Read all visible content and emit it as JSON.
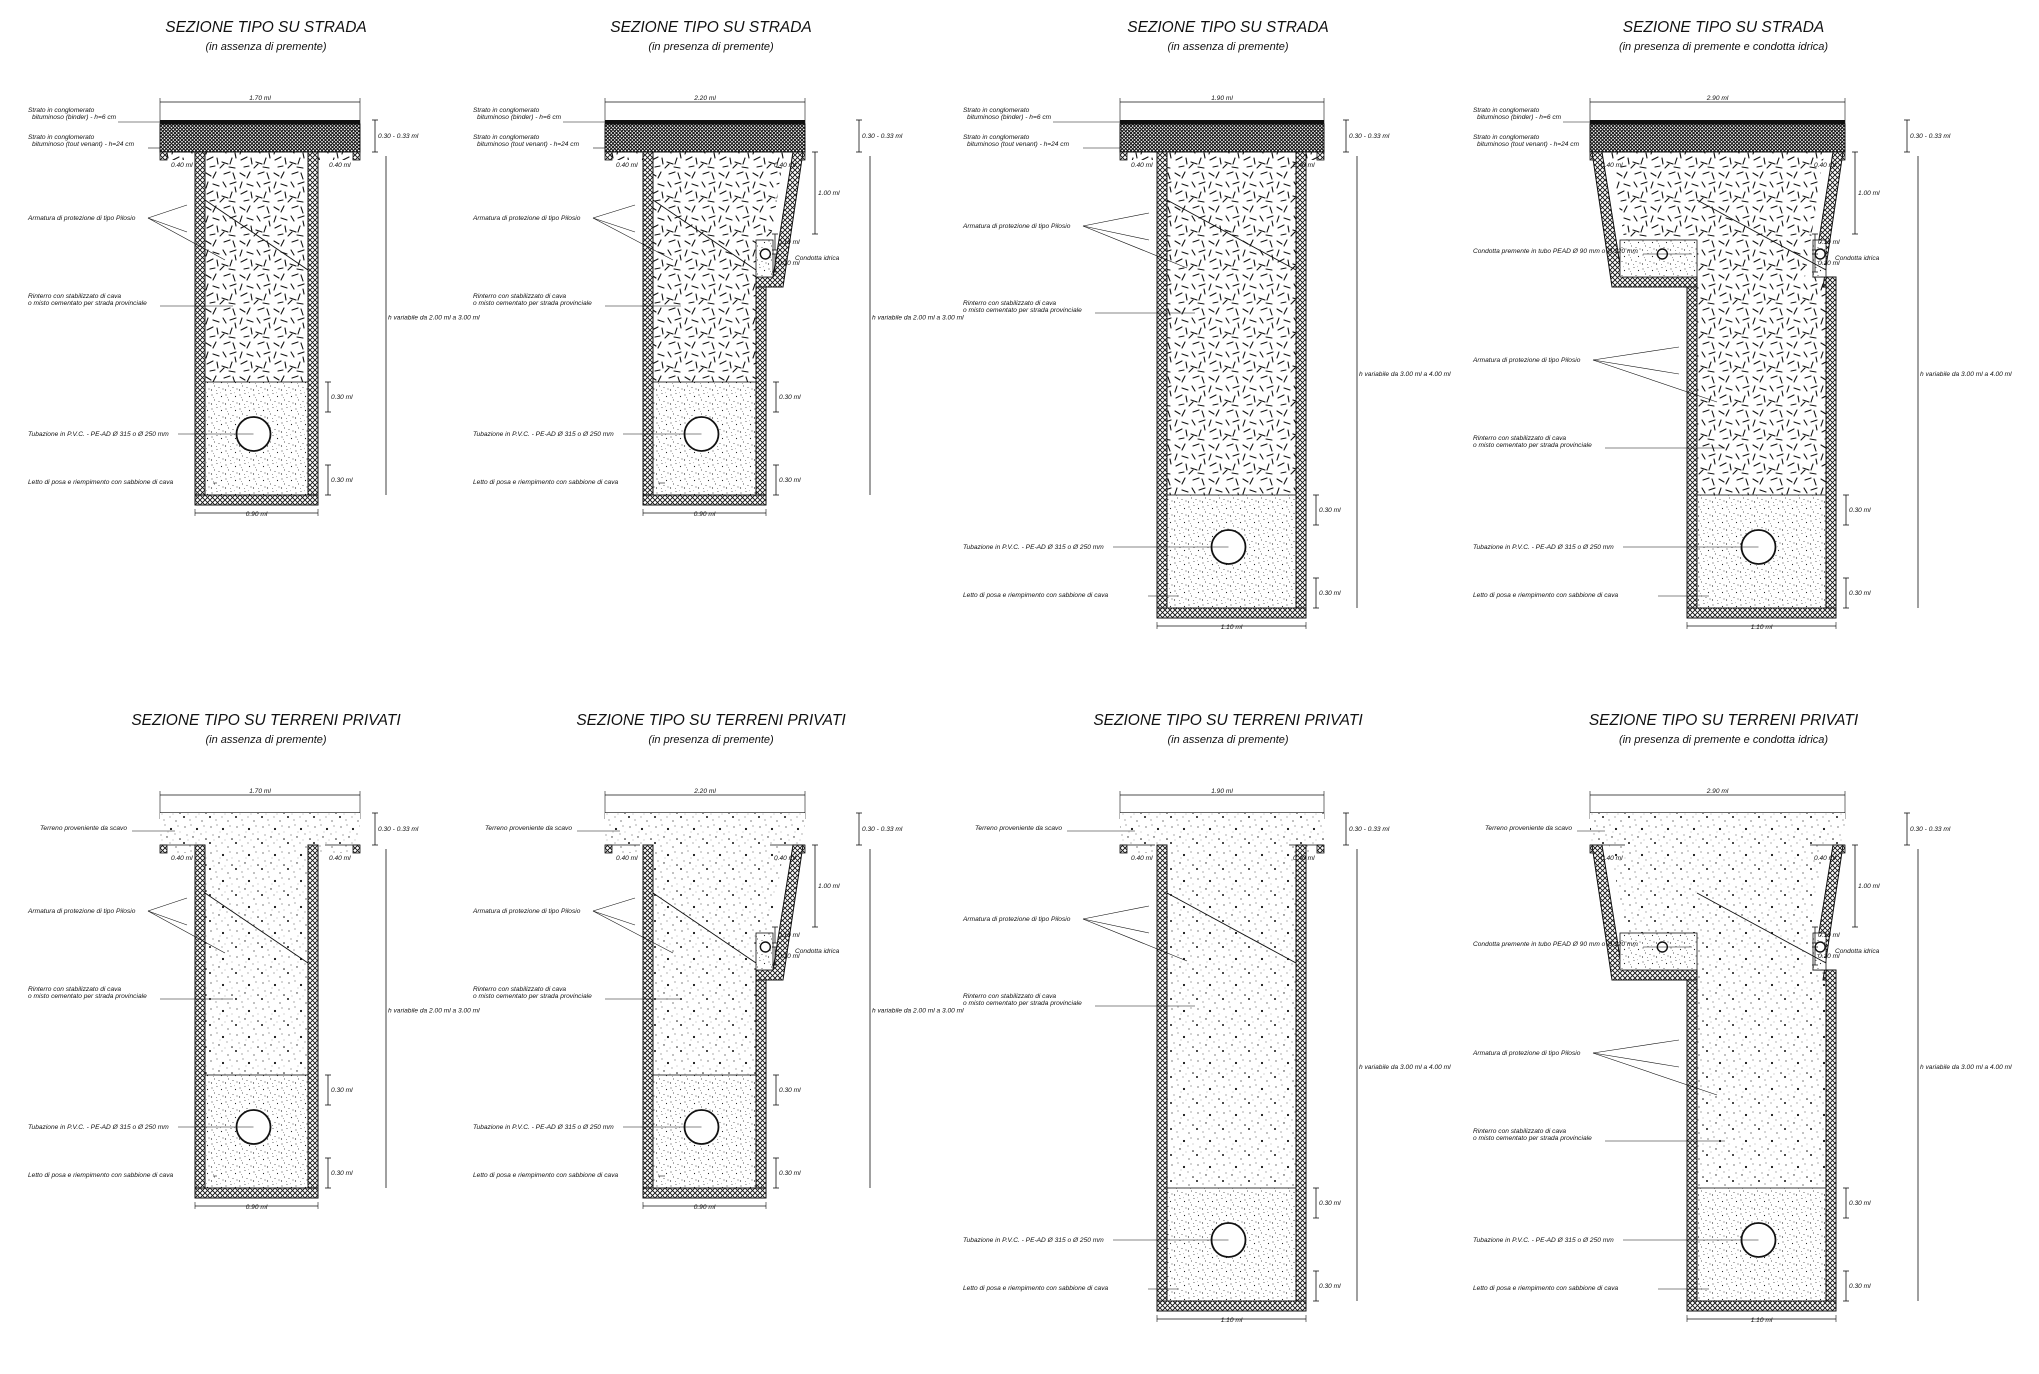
{
  "colors": {
    "ink": "#111111",
    "paper": "#ffffff"
  },
  "panels": [
    {
      "id": "s1",
      "kind": "strada",
      "title": "SEZIONE TIPO SU STRADA",
      "subtitle": "(in assenza di premente)",
      "labels": {
        "layer1_l1": "Strato in conglomerato",
        "layer1_l2": "bituminoso (binder) - h=6 cm",
        "layer2_l1": "Strato in conglomerato",
        "layer2_l2": "bituminoso (tout venant) - h=24 cm",
        "armatura": "Armatura di protezione di tipo Pilosio",
        "rinterro_l1": "Rinterro con stabilizzato di cava",
        "rinterro_l2": "o misto cementato per strada provinciale",
        "tubazione": "Tubazione in P.V.C. - PE-AD   Ø 315 o Ø 250 mm",
        "letto": "Letto di posa e riempimento con sabbione di cava"
      },
      "dims": {
        "top_width": "1.70 ml",
        "bottom_width": "0.90 ml",
        "shoulder": "0.40 ml",
        "paving": "0.30 - 0.33 ml",
        "h_var": "h variabile da 2.00 ml a 3.00 ml",
        "pipe_zone": "0.30 ml",
        "bed": "0.30 ml"
      }
    },
    {
      "id": "s2",
      "kind": "strada",
      "title": "SEZIONE TIPO SU STRADA",
      "subtitle": "(in presenza di premente)",
      "labels": {
        "layer1_l1": "Strato in conglomerato",
        "layer1_l2": "bituminoso (binder) - h=6 cm",
        "layer2_l1": "Strato in conglomerato",
        "layer2_l2": "bituminoso (tout venant) - h=24 cm",
        "armatura": "Armatura di protezione di tipo Pilosio",
        "rinterro_l1": "Rinterro con stabilizzato di cava",
        "rinterro_l2": "o misto cementato per strada provinciale",
        "tubazione": "Tubazione in P.V.C. - PE-AD   Ø 315 o Ø 250 mm",
        "letto": "Letto di posa e riempimento con sabbione di cava",
        "condotta_idrica": "Condotta idrica"
      },
      "dims": {
        "top_width": "2.20 ml",
        "bottom_width": "0.90 ml",
        "shoulder": "0.40 ml",
        "paving": "0.30 - 0.33 ml",
        "h_var": "h variabile da 2.00 ml a 3.00 ml",
        "pipe_zone": "0.30 ml",
        "bed": "0.30 ml",
        "step_depth": "1.00 ml",
        "side_a": "0.10 ml",
        "side_b": "0.10 ml"
      }
    },
    {
      "id": "s3",
      "kind": "strada",
      "title": "SEZIONE TIPO SU STRADA",
      "subtitle": "(in assenza di premente)",
      "labels": {
        "layer1_l1": "Strato in conglomerato",
        "layer1_l2": "bituminoso (binder) - h=6 cm",
        "layer2_l1": "Strato in conglomerato",
        "layer2_l2": "bituminoso (tout venant) - h=24 cm",
        "armatura": "Armatura di protezione di tipo Pilosio",
        "rinterro_l1": "Rinterro con stabilizzato di cava",
        "rinterro_l2": "o misto cementato per strada provinciale",
        "tubazione": "Tubazione in P.V.C. - PE-AD   Ø 315 o Ø 250 mm",
        "letto": "Letto di posa e riempimento con sabbione di cava"
      },
      "dims": {
        "top_width": "1.90 ml",
        "bottom_width": "1.10 ml",
        "shoulder": "0.40 ml",
        "paving": "0.30 - 0.33 ml",
        "h_var": "h variabile da 3.00 ml a 4.00 ml",
        "pipe_zone": "0.30 ml",
        "bed": "0.30 ml"
      }
    },
    {
      "id": "s4",
      "kind": "strada",
      "title": "SEZIONE TIPO SU STRADA",
      "subtitle": "(in presenza di premente e condotta idrica)",
      "labels": {
        "layer1_l1": "Strato in conglomerato",
        "layer1_l2": "bituminoso (binder) - h=6 cm",
        "layer2_l1": "Strato in conglomerato",
        "layer2_l2": "bituminoso (tout venant) - h=24 cm",
        "premente": "Condotta premente in tubo PEAD   Ø 90 mm o Ø 120 mm",
        "armatura": "Armatura di protezione di tipo Pilosio",
        "rinterro_l1": "Rinterro con stabilizzato di cava",
        "rinterro_l2": "o misto cementato per strada provinciale",
        "tubazione": "Tubazione in P.V.C. - PE-AD   Ø 315 o Ø 250 mm",
        "letto": "Letto di posa e riempimento con sabbione di cava",
        "condotta_idrica": "Condotta idrica"
      },
      "dims": {
        "top_width": "2.90 ml",
        "bottom_width": "1.10 ml",
        "shoulder": "0.40 ml",
        "paving": "0.30 - 0.33 ml",
        "h_var": "h variabile da 3.00 ml a 4.00 ml",
        "pipe_zone": "0.30 ml",
        "bed": "0.30 ml",
        "step_depth": "1.00 ml",
        "side_a": "0.10 ml",
        "side_b": "0.10 ml"
      }
    },
    {
      "id": "p1",
      "kind": "privati",
      "title": "SEZIONE TIPO SU TERRENI PRIVATI",
      "subtitle": "(in assenza di premente)",
      "labels": {
        "terreno": "Terreno proveniente da scavo",
        "armatura": "Armatura di protezione di tipo Pilosio",
        "rinterro_l1": "Rinterro con stabilizzato di cava",
        "rinterro_l2": "o misto cementato per strada provinciale",
        "tubazione": "Tubazione in P.V.C. - PE-AD   Ø 315 o Ø 250 mm",
        "letto": "Letto di posa e riempimento con sabbione di cava"
      },
      "dims": {
        "top_width": "1.70 ml",
        "bottom_width": "0.90 ml",
        "shoulder": "0.40 ml",
        "paving": "0.30 - 0.33 ml",
        "h_var": "h variabile da 2.00 ml a 3.00 ml",
        "pipe_zone": "0.30 ml",
        "bed": "0.30 ml"
      }
    },
    {
      "id": "p2",
      "kind": "privati",
      "title": "SEZIONE TIPO SU TERRENI PRIVATI",
      "subtitle": "(in presenza di premente)",
      "labels": {
        "terreno": "Terreno proveniente da scavo",
        "armatura": "Armatura di protezione di tipo Pilosio",
        "rinterro_l1": "Rinterro con stabilizzato di cava",
        "rinterro_l2": "o misto cementato per strada provinciale",
        "tubazione": "Tubazione in P.V.C. - PE-AD   Ø 315 o Ø 250 mm",
        "letto": "Letto di posa e riempimento con sabbione di cava",
        "condotta_idrica": "Condotta idrica"
      },
      "dims": {
        "top_width": "2.20 ml",
        "bottom_width": "0.90 ml",
        "shoulder": "0.40 ml",
        "paving": "0.30 - 0.33 ml",
        "h_var": "h variabile da 2.00 ml a 3.00 ml",
        "pipe_zone": "0.30 ml",
        "bed": "0.30 ml",
        "step_depth": "1.00 ml",
        "side_a": "0.10 ml",
        "side_b": "0.10 ml"
      }
    },
    {
      "id": "p3",
      "kind": "privati",
      "title": "SEZIONE TIPO SU TERRENI PRIVATI",
      "subtitle": "(in assenza di premente)",
      "labels": {
        "terreno": "Terreno proveniente da scavo",
        "armatura": "Armatura di protezione di tipo Pilosio",
        "rinterro_l1": "Rinterro con stabilizzato di cava",
        "rinterro_l2": "o misto cementato per strada provinciale",
        "tubazione": "Tubazione in P.V.C. - PE-AD   Ø 315 o Ø 250 mm",
        "letto": "Letto di posa e riempimento con sabbione di cava"
      },
      "dims": {
        "top_width": "1.90 ml",
        "bottom_width": "1.10 ml",
        "shoulder": "0.40 ml",
        "paving": "0.30 - 0.33 ml",
        "h_var": "h variabile da 3.00 ml a 4.00 ml",
        "pipe_zone": "0.30 ml",
        "bed": "0.30 ml"
      }
    },
    {
      "id": "p4",
      "kind": "privati",
      "title": "SEZIONE TIPO SU TERRENI PRIVATI",
      "subtitle": "(in presenza di premente e condotta idrica)",
      "labels": {
        "terreno": "Terreno proveniente da scavo",
        "premente": "Condotta premente in tubo PEAD   Ø 90 mm o Ø 120 mm",
        "armatura": "Armatura di protezione di tipo Pilosio",
        "rinterro_l1": "Rinterro con stabilizzato di cava",
        "rinterro_l2": "o misto cementato per strada provinciale",
        "tubazione": "Tubazione in P.V.C. - PE-AD   Ø 315 o Ø 250 mm",
        "letto": "Letto di posa e riempimento con sabbione di cava",
        "condotta_idrica": "Condotta idrica"
      },
      "dims": {
        "top_width": "2.90 ml",
        "bottom_width": "1.10 ml",
        "shoulder": "0.40 ml",
        "paving": "0.30 - 0.33 ml",
        "h_var": "h variabile da 3.00 ml a 4.00 ml",
        "pipe_zone": "0.30 ml",
        "bed": "0.30 ml",
        "step_depth": "1.00 ml",
        "side_a": "0.10 ml",
        "side_b": "0.10 ml"
      }
    }
  ]
}
